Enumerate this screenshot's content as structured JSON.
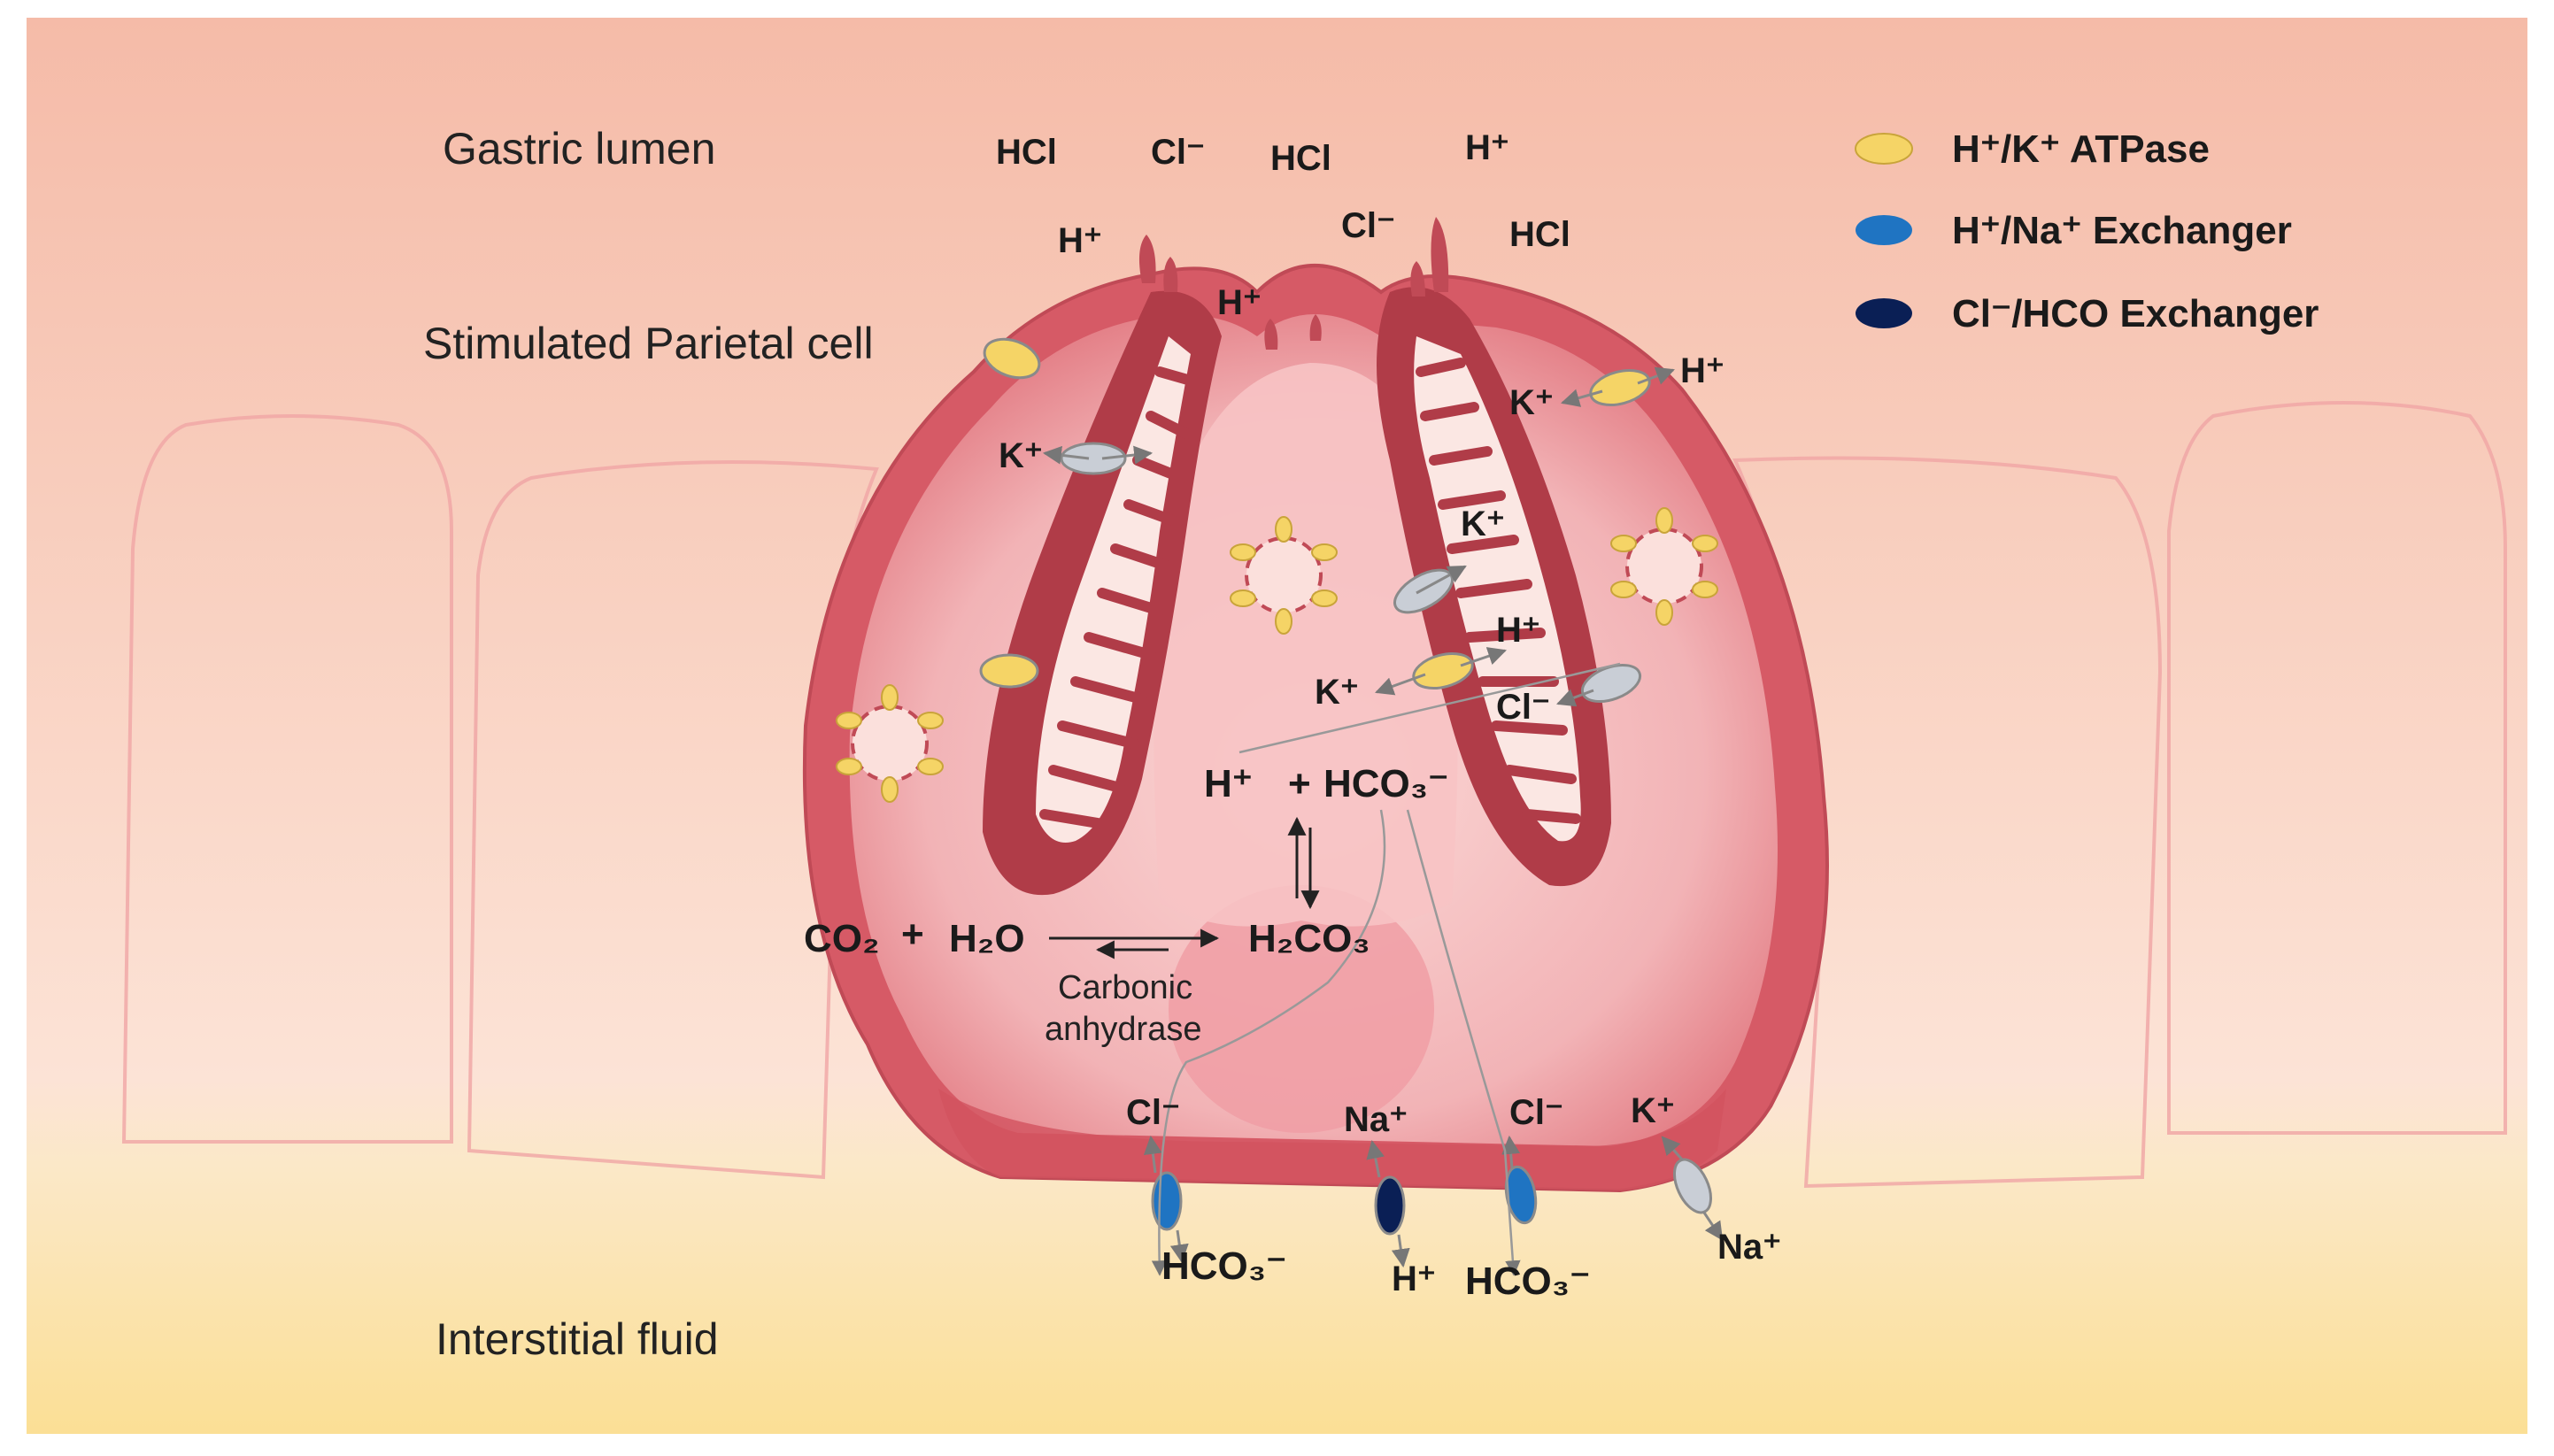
{
  "colors": {
    "background_top": "#f6c2b0",
    "background_mid": "#fbe0d2",
    "interstitial": "#fbe3a2",
    "cell_outer": "#d9606a",
    "cell_inner": "#f8c8c8",
    "canaliculus": "#b33c48",
    "nucleus": "#f0a0a6",
    "atpase": "#f5d466",
    "na_exchanger": "#1f74c2",
    "cl_hco_exchanger": "#0a1f55",
    "k_channel": "#c9ced6"
  },
  "regions": {
    "gastric_lumen": "Gastric lumen",
    "stimulated_parietal_cell": "Stimulated Parietal cell",
    "interstitial_fluid": "Interstitial fluid"
  },
  "legend": [
    {
      "label": "H⁺/K⁺ ATPase",
      "icon": "yellow-oval-icon"
    },
    {
      "label": "H⁺/Na⁺ Exchanger",
      "icon": "blue-oval-icon"
    },
    {
      "label": "Cl⁻/HCO Exchanger",
      "icon": "navy-oval-icon"
    }
  ],
  "lumen_ions": {
    "hcl_1": "HCl",
    "cl_1": "Cl⁻",
    "hcl_2": "HCl",
    "h_1": "H⁺",
    "h_2": "H⁺",
    "cl_2": "Cl⁻",
    "hcl_3": "HCl",
    "h_3": "H⁺"
  },
  "membrane_ions": {
    "h_right_top": "H⁺",
    "k_right_top": "K⁺",
    "k_left": "K⁺",
    "k_mid_right": "K⁺",
    "h_mid_right": "H⁺",
    "k_lower": "K⁺",
    "cl_lower": "Cl⁻"
  },
  "reaction": {
    "h_plus": "H⁺",
    "plus_1": "+",
    "hco3": "HCO₃⁻",
    "co2": "CO₂",
    "plus_2": "+",
    "h2o": "H₂O",
    "h2co3": "H₂CO₃",
    "enzyme_line1": "Carbonic",
    "enzyme_line2": "anhydrase"
  },
  "basolateral_ions": {
    "cl_1": "Cl⁻",
    "na_1": "Na⁺",
    "cl_2": "Cl⁻",
    "k_1": "K⁺",
    "hco3_1": "HCO₃⁻",
    "h_1": "H⁺",
    "hco3_2": "HCO₃⁻",
    "na_2": "Na⁺"
  }
}
